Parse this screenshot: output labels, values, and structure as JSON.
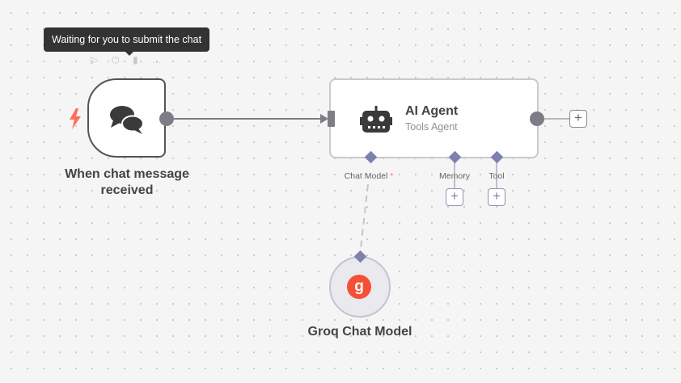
{
  "canvas": {
    "tooltip_text": "Waiting for you to submit the chat"
  },
  "nodes": {
    "chat_trigger": {
      "label_line1": "When chat message",
      "label_line2": "received",
      "icon": "chat-bubbles-icon",
      "trigger_icon": "lightning-bolt-icon"
    },
    "ai_agent": {
      "title": "AI Agent",
      "subtitle": "Tools Agent",
      "icon": "robot-icon",
      "ports": {
        "chat_model": "Chat Model",
        "chat_model_required": "*",
        "memory": "Memory",
        "tool": "Tool"
      }
    },
    "groq_chat_model": {
      "label": "Groq Chat Model",
      "logo_letter": "g",
      "icon": "groq-logo"
    }
  },
  "colors": {
    "trigger_bolt": "#ff6d5a",
    "groq_brand": "#f55036",
    "port_diamond": "#7e80ad",
    "connection": "#7d7d87"
  }
}
